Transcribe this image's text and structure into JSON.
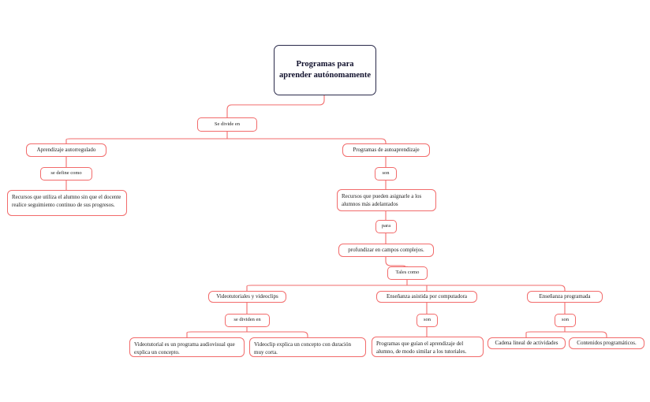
{
  "diagram": {
    "title": "Programas para aprender autónomamente",
    "type": "concept-map",
    "colors": {
      "root_border": "#2a2a4a",
      "node_border": "#f26b6b",
      "connector": "#f26b6b",
      "background": "#ffffff",
      "text": "#1c1c1c"
    },
    "nodes": {
      "root": "Programas para aprender autónomamente",
      "link_se_divide_en": "Se divide en",
      "aprendizaje_autorregulado": "Aprendizaje autorregulado",
      "link_se_define_como": "se define como",
      "def_autorregulado": "Recursos que utiliza el alumno sin que el docente realice seguimiento continuo de sus progresos.",
      "programas_autoaprendizaje": "Programas de autoaprendizaje",
      "link_son_1": "son",
      "def_autoaprendizaje": "Recursos que pueden asignarle a los alumnos más adelantados",
      "link_para": "para",
      "profundizar": "profundizar en campos complejos.",
      "link_tales_como": "Tales como",
      "videotutoriales": "Videotutoriales y videoclips",
      "link_se_dividen_en": "se dividen en",
      "def_videotutorial": "Videotutorial es un programa audiovisual que explica un concepto.",
      "def_videoclip": "Videoclip explica un concepto con duración muy corta.",
      "ensenanza_asistida": "Enseñanza asistida por computadora",
      "link_son_2": "son",
      "def_ensenanza_asistida": "Programas que guían el aprendizaje del alumno, de modo similar a los tutoriales.",
      "ensenanza_programada": "Enseñanza programada",
      "link_son_3": "son",
      "def_cadena_lineal": "Cadena lineal de actividades",
      "def_contenidos": "Contenidos programáticos."
    }
  }
}
